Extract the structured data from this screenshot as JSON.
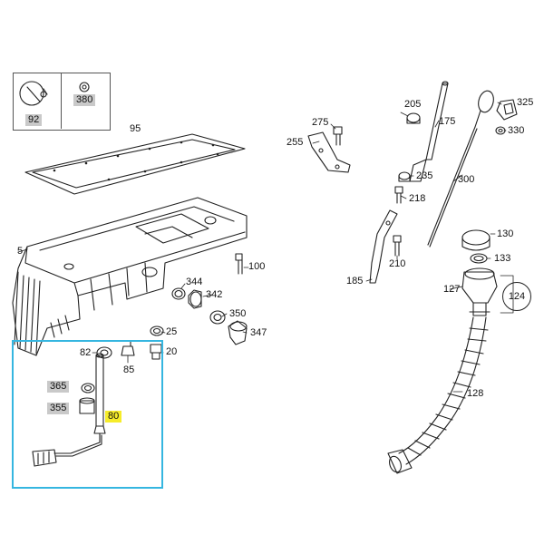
{
  "parts": {
    "p5": "5",
    "p20": "20",
    "p25": "25",
    "p80": "80",
    "p82": "82",
    "p85": "85",
    "p92": "92",
    "p95": "95",
    "p100": "100",
    "p124": "124",
    "p127": "127",
    "p128": "128",
    "p130": "130",
    "p133": "133",
    "p175": "175",
    "p185": "185",
    "p205": "205",
    "p210": "210",
    "p218": "218",
    "p235": "235",
    "p255": "255",
    "p275": "275",
    "p300": "300",
    "p325": "325",
    "p330": "330",
    "p342": "342",
    "p344": "344",
    "p347": "347",
    "p350": "350",
    "p355": "355",
    "p365": "365",
    "p380": "380"
  },
  "colors": {
    "highlight_frame": "#35b6e0",
    "highlight_label": "#f6ec2a",
    "grey_label": "#c9c9c9",
    "line": "#222222"
  }
}
